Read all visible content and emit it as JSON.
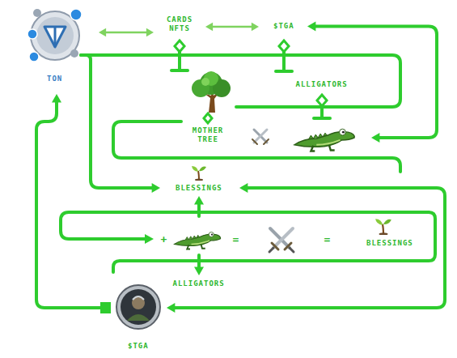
{
  "diagram": {
    "nodes": [
      {
        "text": [
          "TON"
        ]
      },
      {
        "text": [
          "CARDS NFTS"
        ]
      },
      {
        "text": [
          "$TGA"
        ]
      },
      {
        "text": [
          "ALLIGATORS"
        ]
      },
      {
        "text": [
          "MOTHER TREE"
        ]
      },
      {
        "text": [
          "BLESSINGS"
        ]
      },
      {
        "text": [
          "+",
          "=",
          "=",
          "BLESSINGS"
        ]
      },
      {
        "text": [
          "ALLIGATORS"
        ]
      },
      {
        "text": [
          "$TGA"
        ]
      }
    ],
    "edges": [
      {
        "from": 0,
        "to": 1,
        "arrow": "both"
      },
      {
        "from": 1,
        "to": 2,
        "arrow": "both"
      },
      {
        "from": 2,
        "to": 3,
        "arrow": "both"
      },
      {
        "from": 0,
        "to": 5,
        "arrow": "to"
      },
      {
        "from": 0,
        "to": 4,
        "arrow": "none"
      },
      {
        "from": 5,
        "to": 8,
        "arrow": "both"
      },
      {
        "from": 6,
        "to": 5,
        "arrow": "to"
      },
      {
        "from": 6,
        "to": 7,
        "arrow": "to"
      },
      {
        "from": 8,
        "to": 0,
        "arrow": "to"
      }
    ]
  }
}
